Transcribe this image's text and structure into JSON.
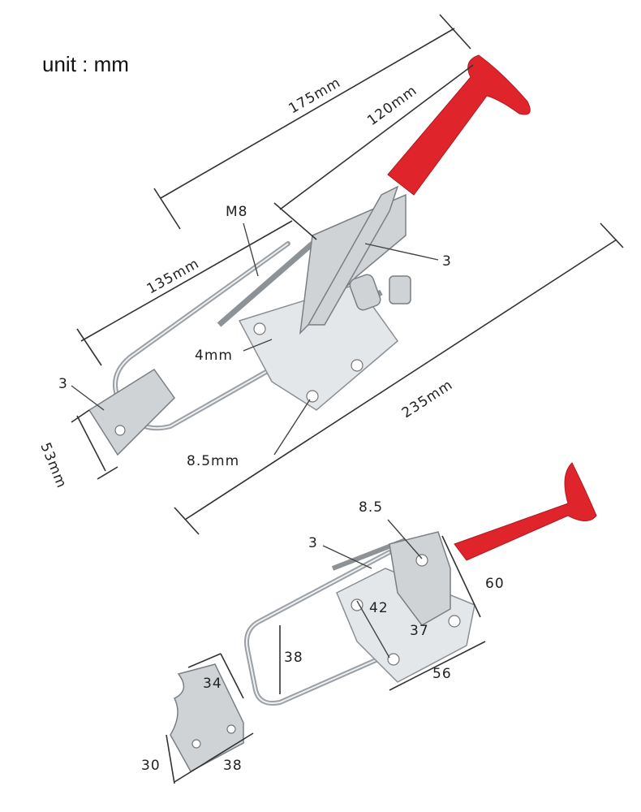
{
  "unit_label": "unit : mm",
  "top_view": {
    "overall_length": "175mm",
    "handle_length": "120mm",
    "thread": "M8",
    "thickness_handle": "3",
    "hook_length": "135mm",
    "plate_thickness": "4mm",
    "hook_thickness": "3",
    "hook_width": "53mm",
    "hole_diameter": "8.5mm",
    "open_length": "235mm"
  },
  "bottom_view": {
    "hole": "8.5",
    "thickness": "3",
    "height": "60",
    "base_length": "42",
    "hole_spacing": "37",
    "loop_width": "38",
    "base_width": "56"
  },
  "catch_plate": {
    "height": "34",
    "thickness": "30",
    "width": "38"
  },
  "colors": {
    "handle": "#e0242b",
    "metal": "#cfd3d6"
  }
}
